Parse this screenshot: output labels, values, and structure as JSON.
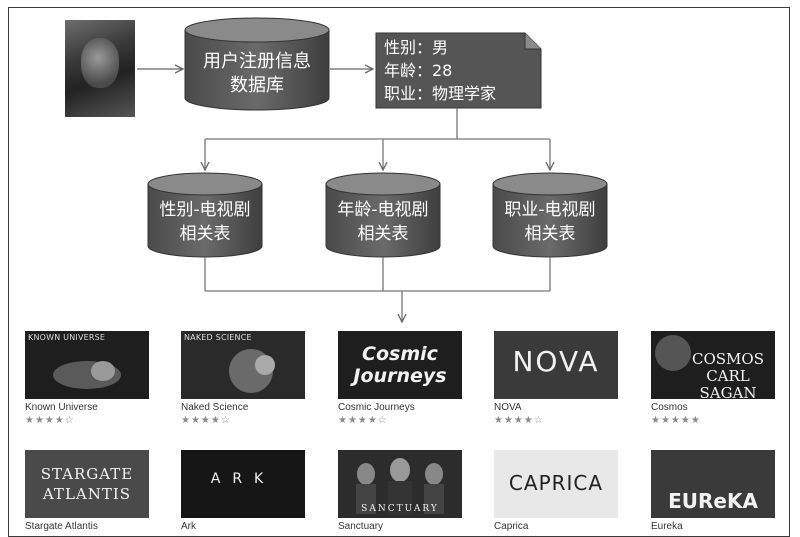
{
  "source_db": {
    "line1": "用户注册信息",
    "line2": "数据库"
  },
  "profile": {
    "gender": "性别：男",
    "age": "年龄：28",
    "job": "职业：物理学家"
  },
  "tables": [
    {
      "line1": "性别-电视剧",
      "line2": "相关表"
    },
    {
      "line1": "年龄-电视剧",
      "line2": "相关表"
    },
    {
      "line1": "职业-电视剧",
      "line2": "相关表"
    }
  ],
  "shows_row1": [
    {
      "tag": "KNOWN UNIVERSE",
      "logo": "",
      "title": "Known Universe",
      "stars": "★★★★☆"
    },
    {
      "tag": "NAKED SCIENCE",
      "logo": "",
      "title": "Naked Science",
      "stars": "★★★★☆"
    },
    {
      "tag": "",
      "logo": "Cosmic Journeys",
      "title": "Cosmic Journeys",
      "stars": "★★★★☆"
    },
    {
      "tag": "",
      "logo": "NOVA",
      "title": "NOVA",
      "stars": "★★★★☆"
    },
    {
      "tag": "",
      "logo": "COSMOS CARL SAGAN",
      "title": "Cosmos",
      "stars": "★★★★★"
    }
  ],
  "shows_row2": [
    {
      "logo": "STARGATE ATLANTIS",
      "title": "Stargate Atlantis"
    },
    {
      "logo": "ARK",
      "title": "Ark"
    },
    {
      "logo": "SANCTUARY",
      "title": "Sanctuary"
    },
    {
      "logo": "CAPRICA",
      "title": "Caprica"
    },
    {
      "logo": "EUReKA",
      "title": "Eureka"
    }
  ]
}
